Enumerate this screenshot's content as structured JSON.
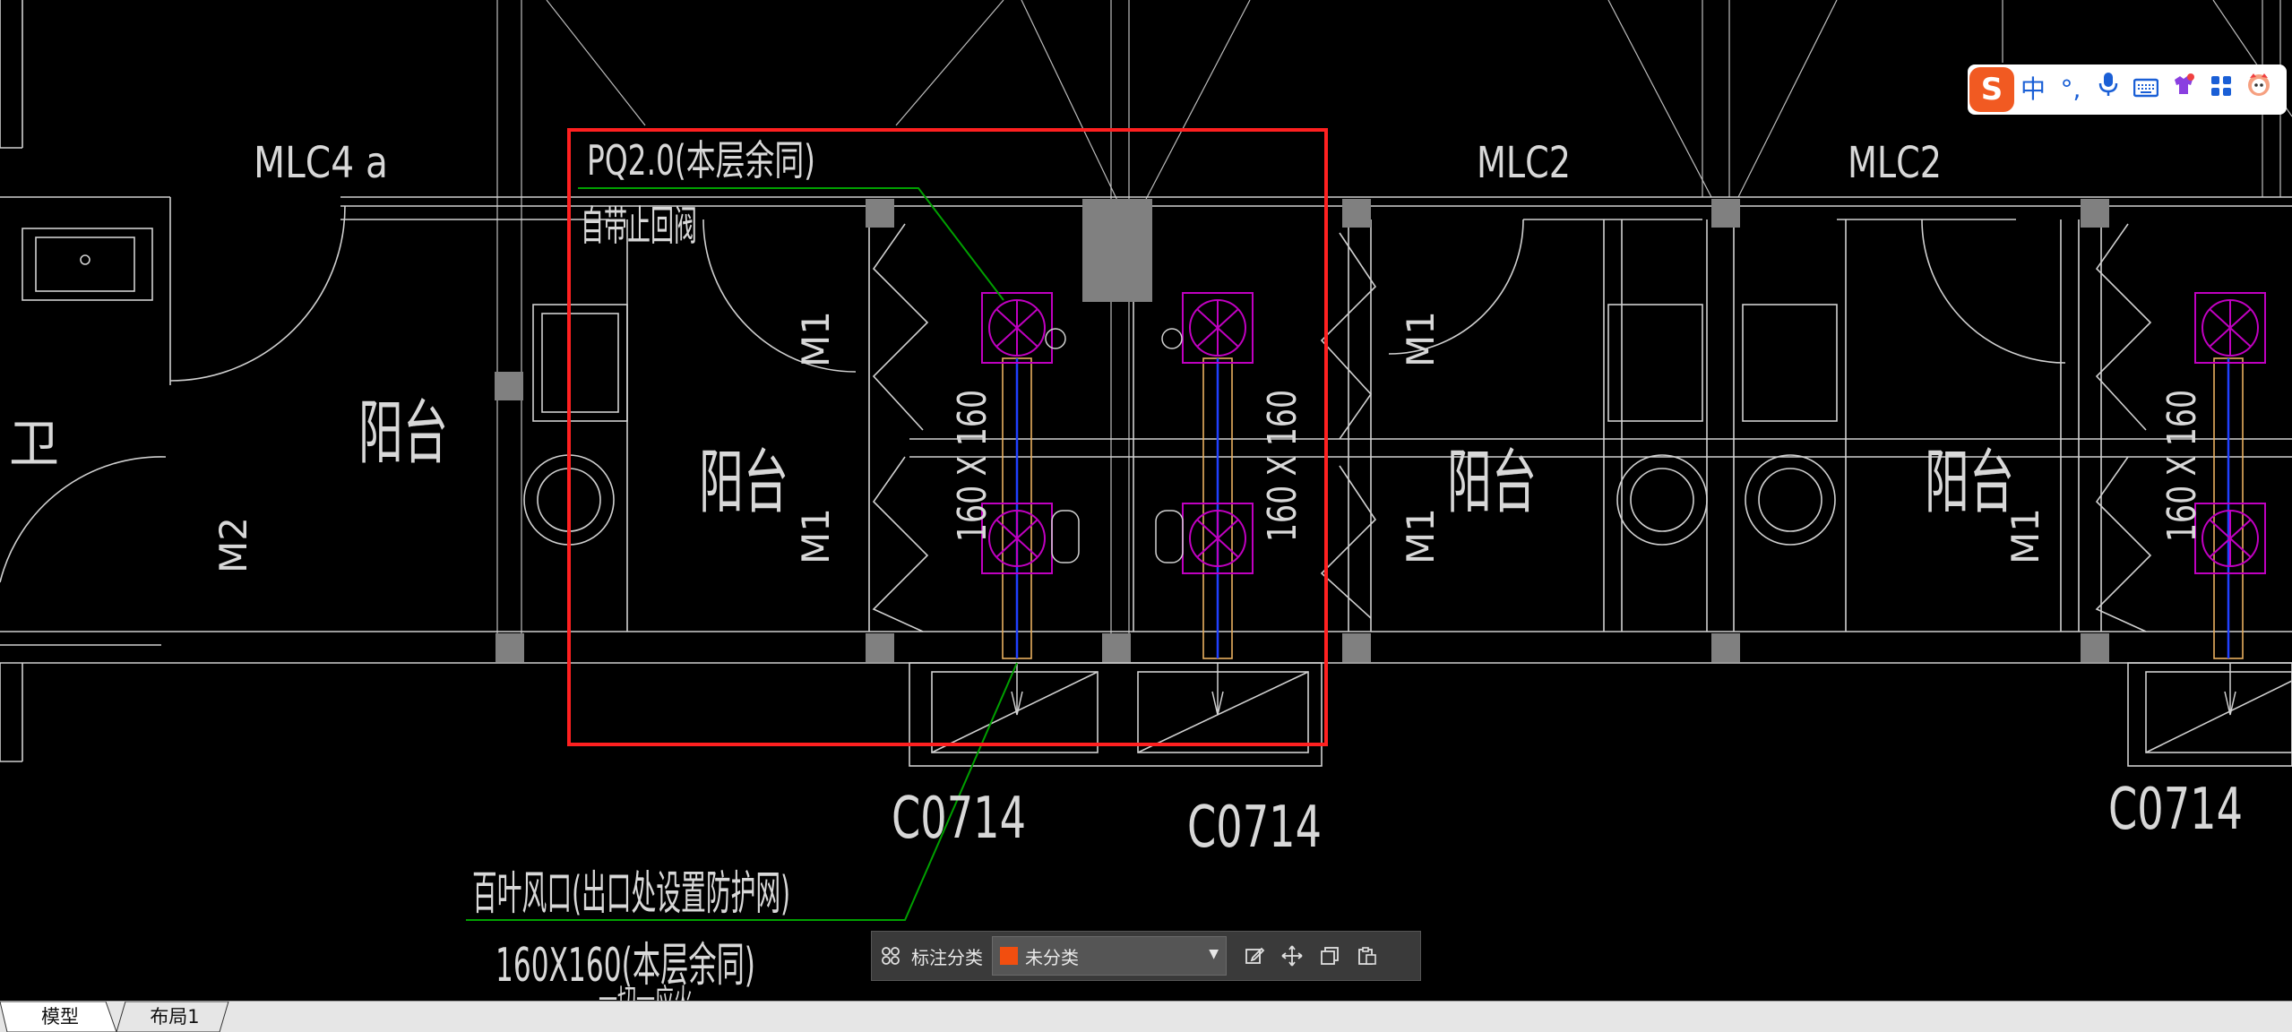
{
  "drawing": {
    "labels": {
      "mlc4a": "MLC4 a",
      "mlc2_left": "MLC2",
      "mlc2_right": "MLC2",
      "balcony_1": "阳台",
      "balcony_2": "阳台",
      "balcony_3": "阳台",
      "balcony_4": "阳台",
      "m2": "M2",
      "m1_a": "M1",
      "m1_b": "M1",
      "m1_c": "M1",
      "m1_d": "M1",
      "m1_e": "M1",
      "wei": "卫",
      "duct_1": "160 X 160",
      "duct_2": "160 X 160",
      "duct_3": "160 X 160",
      "window_1": "C0714",
      "window_2": "C0714",
      "window_3": "C0714",
      "annot_top_1": "PQ2.0(本层余同)",
      "annot_top_2": "自带止回阀",
      "annot_bottom_1": "百叶风口(出口处设置防护网)",
      "annot_bottom_2": "160X160(本层余同)",
      "annot_bottom_3": "一切一应火"
    },
    "colors": {
      "background": "#000000",
      "lines": "#d0d0d0",
      "highlight_box": "#ff2020",
      "leader": "#00a000",
      "fan_symbol": "#c000c0",
      "duct": "#e8b060",
      "centerline": "#2040ff",
      "column": "#808080"
    }
  },
  "ime_toolbar": {
    "logo": "S",
    "mode": "中",
    "punct": "°,",
    "items": [
      "mic-icon",
      "keyboard-icon",
      "skin-icon",
      "apps-icon",
      "mascot-icon"
    ]
  },
  "annotation_toolbar": {
    "label": "标注分类",
    "selected": "未分类",
    "swatch_color": "#f24e0f"
  },
  "tabs": {
    "model": "模型",
    "layout1": "布局1"
  }
}
